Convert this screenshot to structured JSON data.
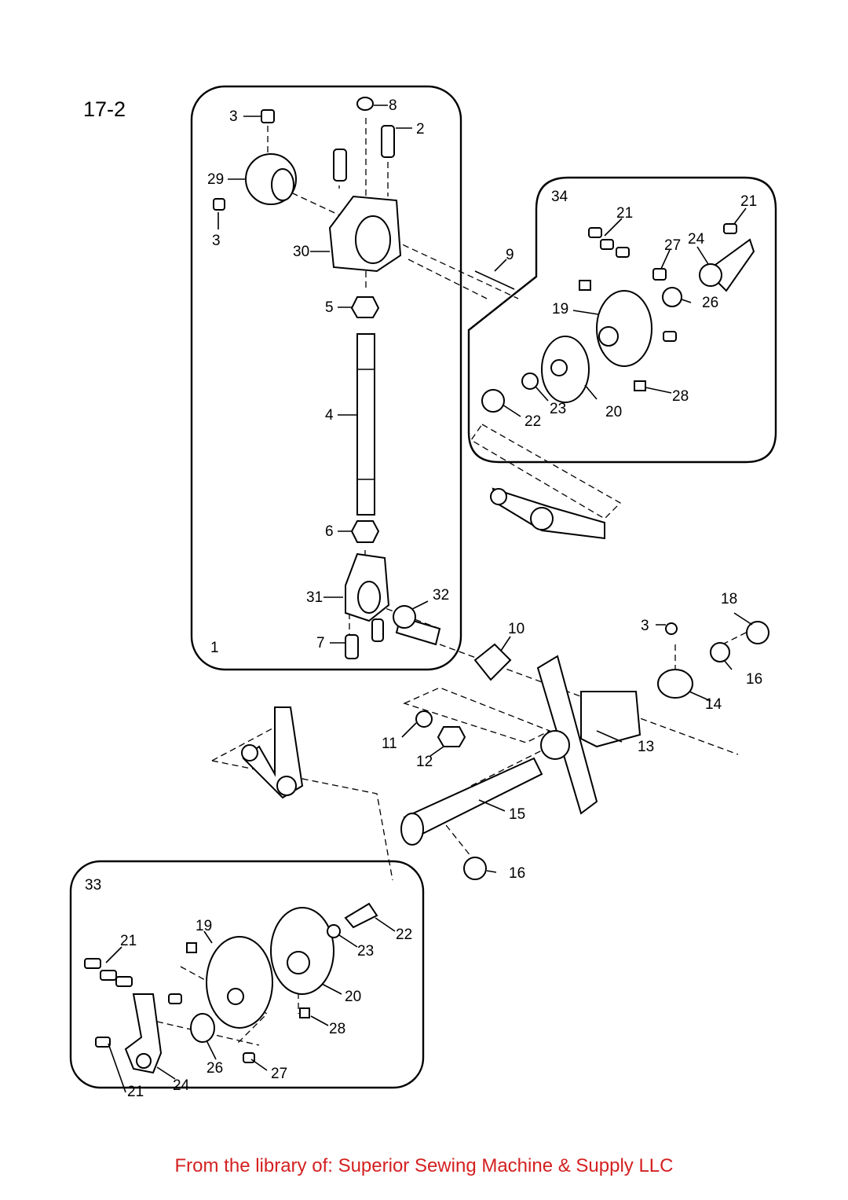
{
  "figure": {
    "number": "17-2"
  },
  "groups": [
    {
      "id": "g1",
      "label": "1"
    },
    {
      "id": "g34",
      "label": "34"
    },
    {
      "id": "g33",
      "label": "33"
    }
  ],
  "callouts": [
    "2",
    "3",
    "3",
    "3",
    "4",
    "5",
    "6",
    "7",
    "8",
    "9",
    "10",
    "11",
    "12",
    "13",
    "14",
    "15",
    "16",
    "16",
    "18",
    "19",
    "19",
    "20",
    "20",
    "21",
    "21",
    "21",
    "21",
    "22",
    "22",
    "23",
    "23",
    "24",
    "24",
    "26",
    "26",
    "27",
    "27",
    "28",
    "28",
    "29",
    "30",
    "31",
    "32"
  ],
  "footer": {
    "text": "From the library of: Superior Sewing Machine & Supply LLC"
  }
}
